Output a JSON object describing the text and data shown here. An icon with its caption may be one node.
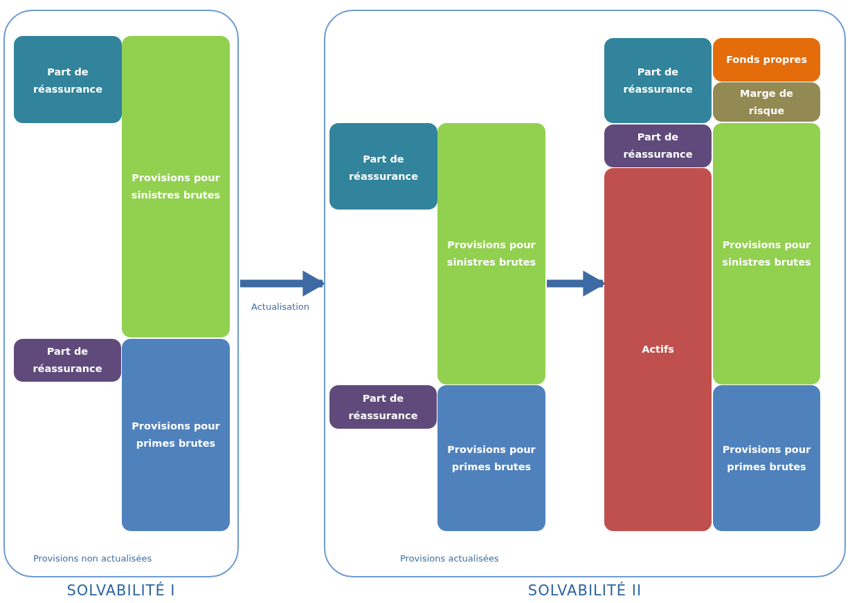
{
  "diagram": {
    "nodes": [
      {
        "text": [
          "Provisions non actualisées",
          "SOLVABILITÉ I"
        ]
      },
      {
        "text": [
          "Part de réassurance"
        ],
        "in": 0
      },
      {
        "text": [
          "Provisions pour sinistres brutes"
        ],
        "in": 0
      },
      {
        "text": [
          "Part de réassurance"
        ],
        "in": 0
      },
      {
        "text": [
          "Provisions pour primes brutes"
        ],
        "in": 0
      },
      {
        "text": [
          "Provisions actualisées",
          "SOLVABILITÉ II"
        ]
      },
      {
        "text": [
          "Part de réassurance"
        ],
        "in": 5
      },
      {
        "text": [
          "Provisions pour sinistres brutes"
        ],
        "in": 5
      },
      {
        "text": [
          "Part de réassurance"
        ],
        "in": 5
      },
      {
        "text": [
          "Provisions pour primes brutes"
        ],
        "in": 5
      },
      {
        "text": [
          "Part de réassurance"
        ],
        "in": 5
      },
      {
        "text": [
          "Fonds propres"
        ],
        "in": 5
      },
      {
        "text": [
          "Marge de risque"
        ],
        "in": 5
      },
      {
        "text": [
          "Part de réassurance"
        ],
        "in": 5
      },
      {
        "text": [
          "Actifs"
        ],
        "in": 5
      },
      {
        "text": [
          "Provisions pour sinistres brutes"
        ],
        "in": 5
      },
      {
        "text": [
          "Provisions pour primes brutes"
        ],
        "in": 5
      }
    ],
    "edges": [
      {
        "from": 0,
        "to": 5,
        "arrow": "to",
        "label": "Actualisation"
      },
      {
        "from": 7,
        "to": 14,
        "arrow": "to"
      }
    ]
  }
}
